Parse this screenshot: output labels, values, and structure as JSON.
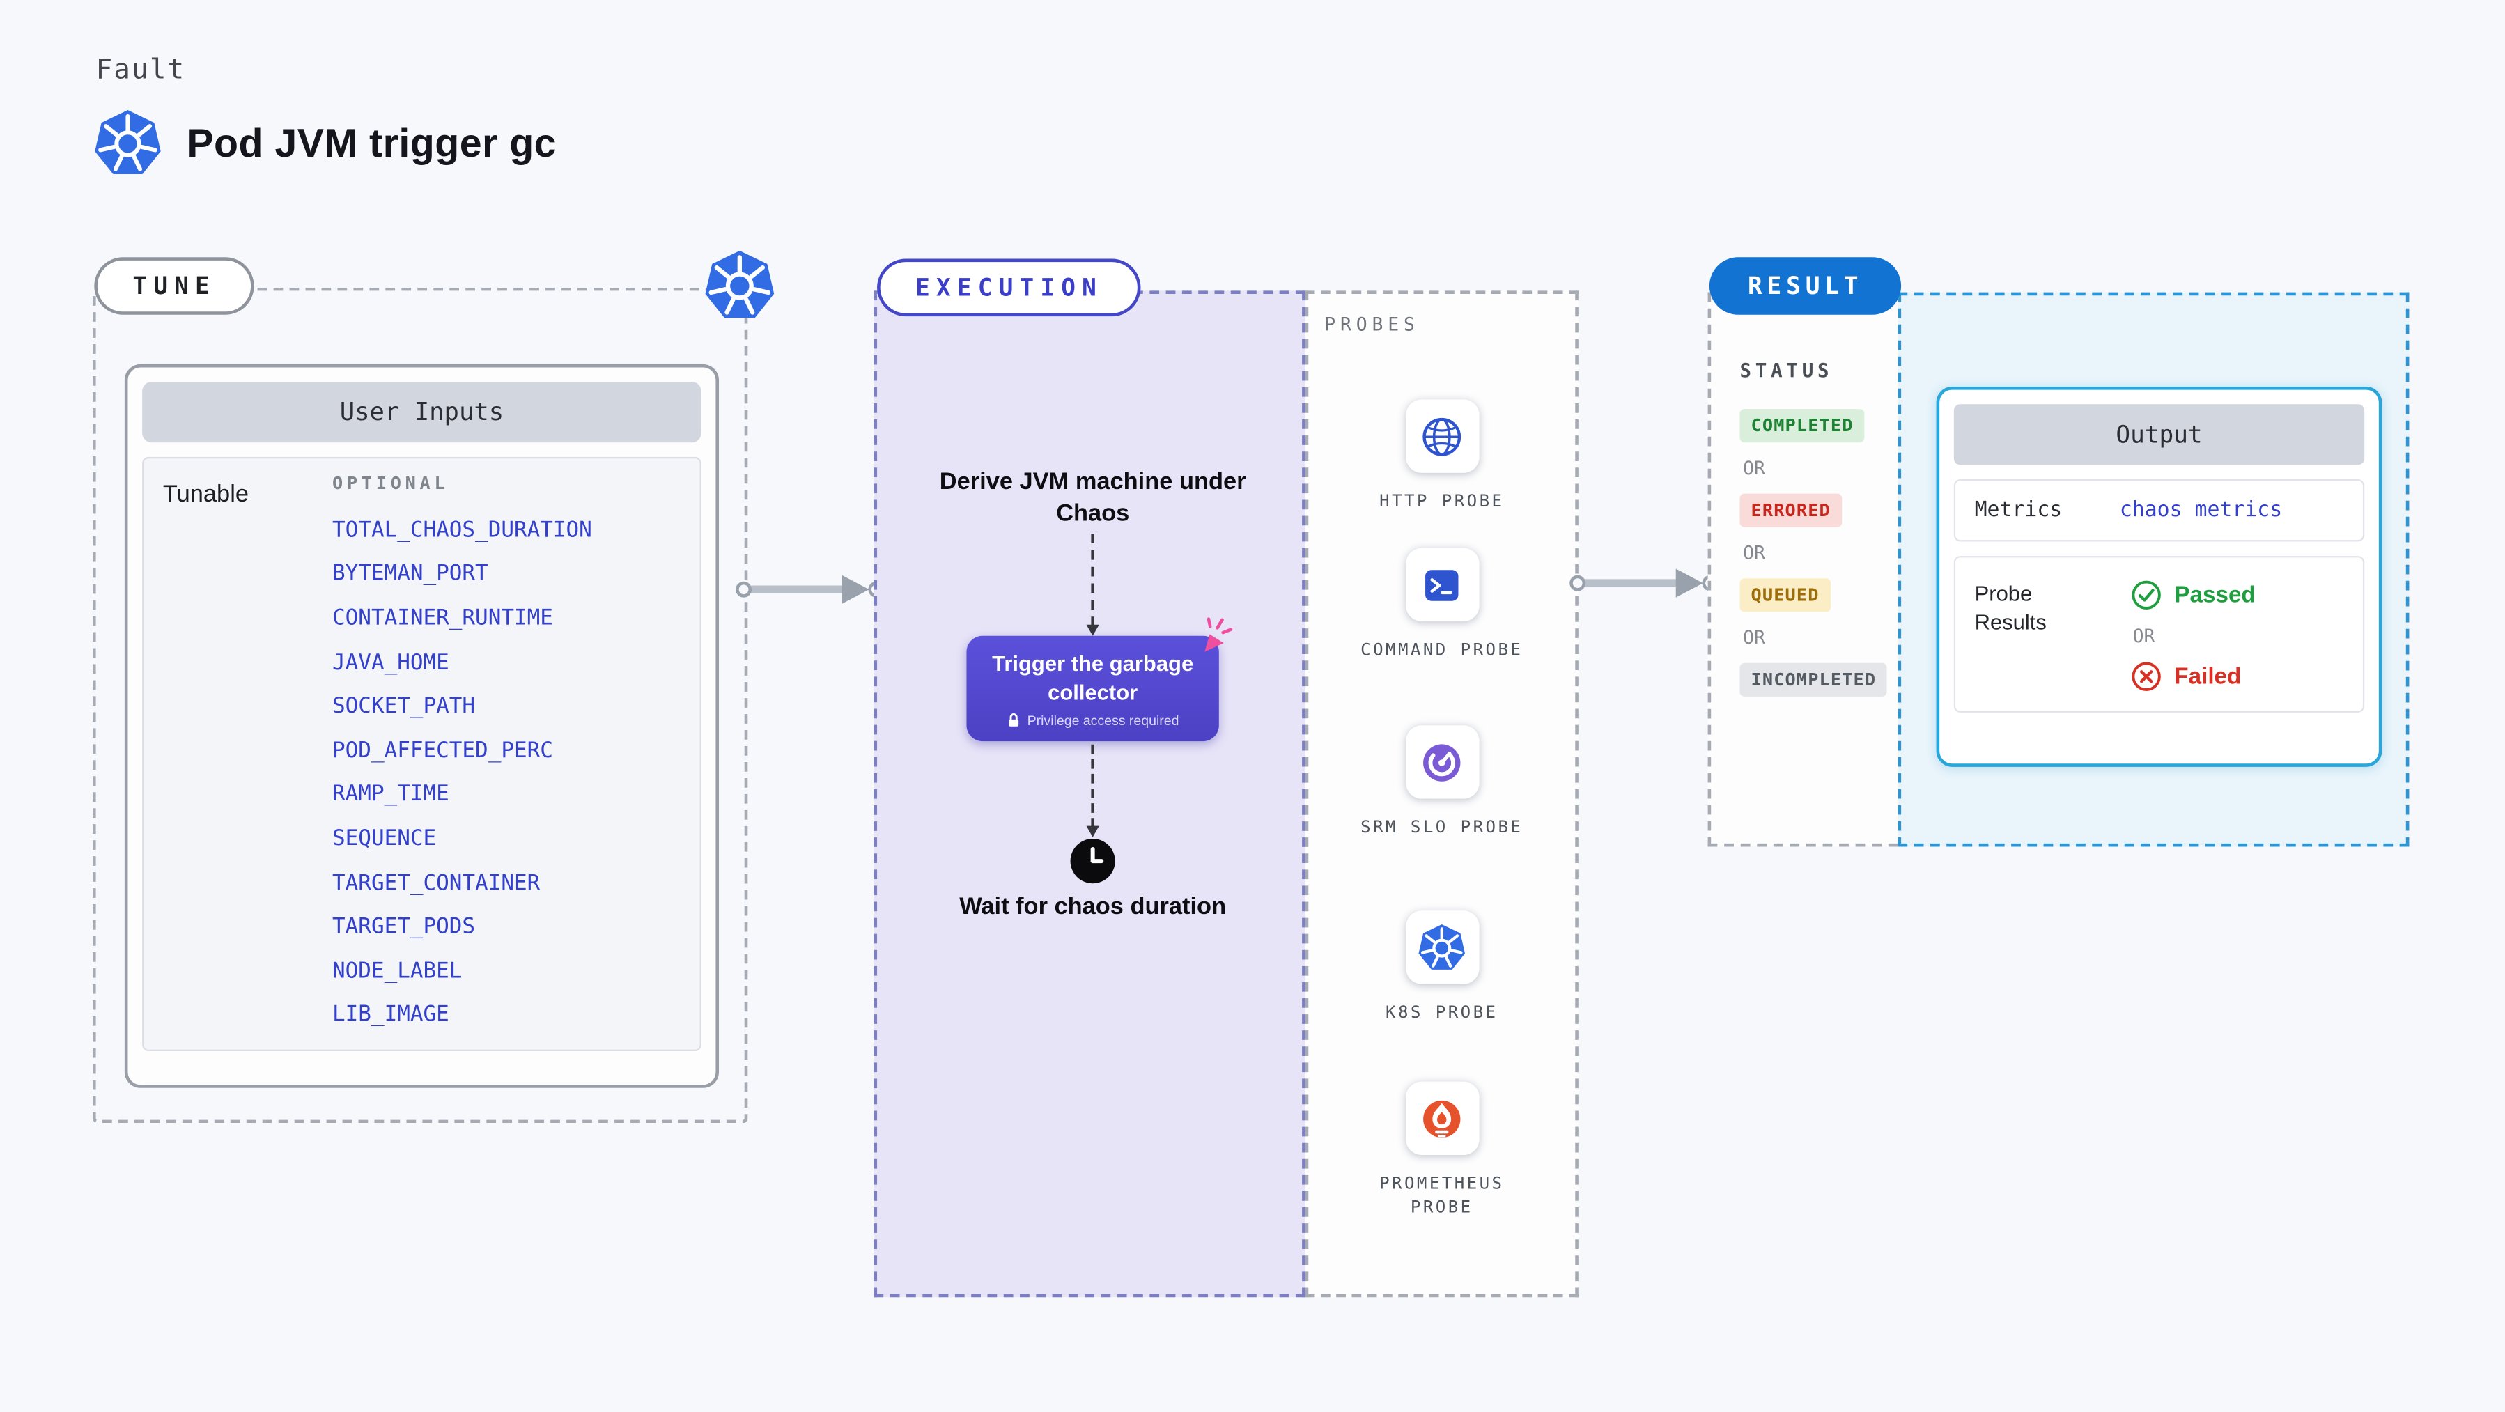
{
  "colors": {
    "accent_blue": "#3240cc",
    "k8s_blue": "#326ce5",
    "execution_purple": "#5347cd",
    "execution_bg": "#e7e4f8",
    "result_blue": "#1273d3",
    "output_border": "#29a6da",
    "output_bg": "#e9f4fb",
    "passed_green": "#1e9e3e",
    "failed_red": "#d93025",
    "click_pink": "#ee4f9f",
    "prometheus_orange": "#e6522c"
  },
  "header": {
    "eyebrow": "Fault",
    "title": "Pod JVM trigger gc"
  },
  "tune": {
    "label": "TUNE",
    "card_title": "User Inputs",
    "group_label": "Tunable",
    "column_label": "OPTIONAL",
    "env_vars": [
      "TOTAL_CHAOS_DURATION",
      "BYTEMAN_PORT",
      "CONTAINER_RUNTIME",
      "JAVA_HOME",
      "SOCKET_PATH",
      "POD_AFFECTED_PERC",
      "RAMP_TIME",
      "SEQUENCE",
      "TARGET_CONTAINER",
      "TARGET_PODS",
      "NODE_LABEL",
      "LIB_IMAGE"
    ]
  },
  "execution": {
    "label": "EXECUTION",
    "derive_step": "Derive JVM machine under Chaos",
    "action_label": "Trigger the garbage collector",
    "action_note": "Privilege access required",
    "wait_step": "Wait for chaos duration"
  },
  "probes": {
    "label": "PROBES",
    "items": [
      {
        "name": "HTTP PROBE",
        "icon": "globe-icon"
      },
      {
        "name": "COMMAND PROBE",
        "icon": "terminal-icon"
      },
      {
        "name": "SRM SLO PROBE",
        "icon": "gauge-icon"
      },
      {
        "name": "K8S PROBE",
        "icon": "kubernetes-icon"
      },
      {
        "name": "PROMETHEUS PROBE",
        "icon": "prometheus-icon"
      }
    ]
  },
  "result": {
    "label": "RESULT",
    "status_label": "STATUS",
    "or_label": "OR",
    "statuses": [
      {
        "label": "COMPLETED",
        "bg": "#d9efdb",
        "color": "#1d8233"
      },
      {
        "label": "ERRORED",
        "bg": "#f9dcda",
        "color": "#c9271e"
      },
      {
        "label": "QUEUED",
        "bg": "#fbeec6",
        "color": "#9c6d08"
      },
      {
        "label": "INCOMPLETED",
        "bg": "#e4e6ea",
        "color": "#555b63"
      }
    ],
    "output": {
      "title": "Output",
      "metrics_label": "Metrics",
      "metrics_value": "chaos metrics",
      "probe_results_label": "Probe Results",
      "passed": "Passed",
      "or": "OR",
      "failed": "Failed"
    }
  }
}
